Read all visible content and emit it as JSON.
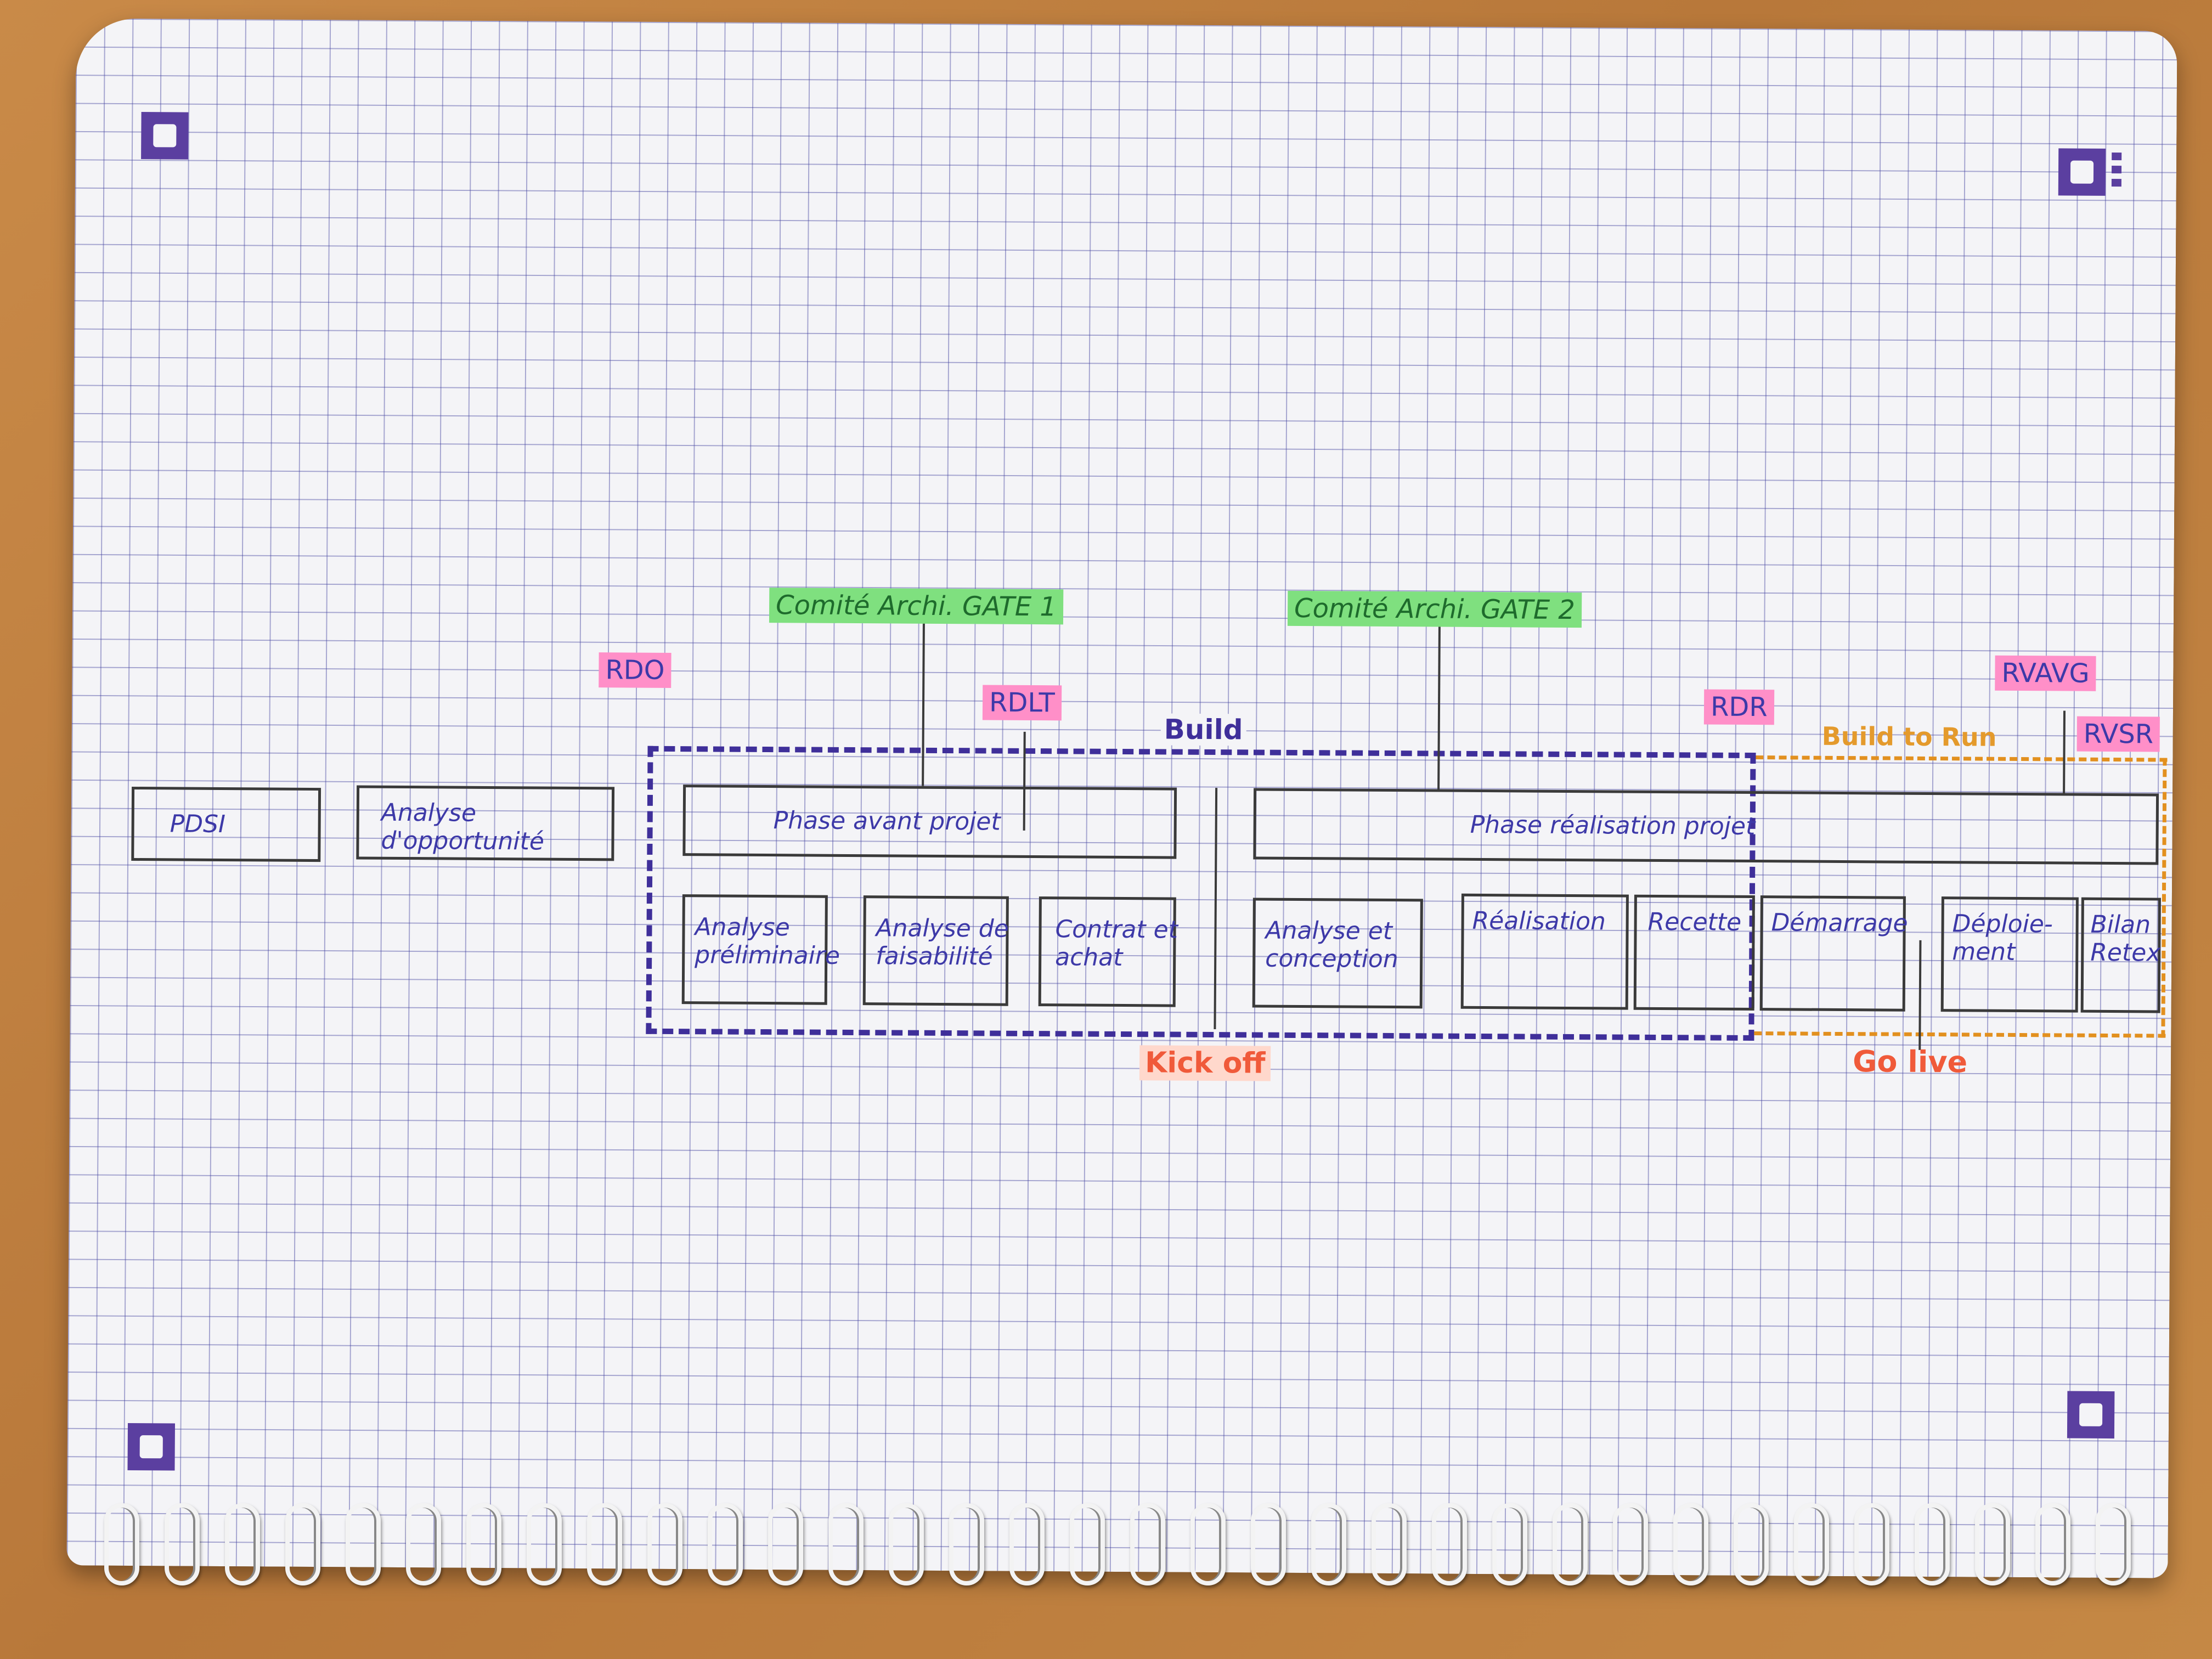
{
  "diagram": {
    "left_boxes": [
      {
        "text": "PDSI"
      },
      {
        "text": "Analyse\nd'opportunité"
      }
    ],
    "phase_avant": {
      "text": "Phase avant projet"
    },
    "phase_realisation": {
      "text": "Phase réalisation projet"
    },
    "sub_avant": [
      {
        "text": "Analyse\npréliminaire"
      },
      {
        "text": "Analyse de\nfaisabilité"
      },
      {
        "text": "Contrat et\nachat"
      }
    ],
    "sub_realisation": [
      {
        "text": "Analyse et\nconception"
      },
      {
        "text": "Réalisation"
      },
      {
        "text": "Recette"
      }
    ],
    "sub_run": [
      {
        "text": "Démarrage"
      },
      {
        "text": "Déploie-\nment"
      },
      {
        "text": "Bilan\nRetex"
      }
    ],
    "gates": [
      {
        "text": "Comité Archi. GATE 1"
      },
      {
        "text": "Comité Archi. GATE 2"
      }
    ],
    "milestones": {
      "rdo": "RDO",
      "rdlt": "RDLT",
      "rdr": "RDR",
      "rvavg": "RVAVG",
      "rvsr": "RVSR"
    },
    "labels": {
      "build": "Build",
      "build_to_run": "Build to Run",
      "kick_off": "Kick off",
      "go_live": "Go live"
    },
    "colors": {
      "ink_blue": "#3d39a8",
      "build_dash": "#3f2f9a",
      "run_dash": "#e2901f",
      "green_highlight": "#7fe07f",
      "pink_highlight": "#ff8fc8",
      "red_label": "#f05a3a"
    }
  }
}
